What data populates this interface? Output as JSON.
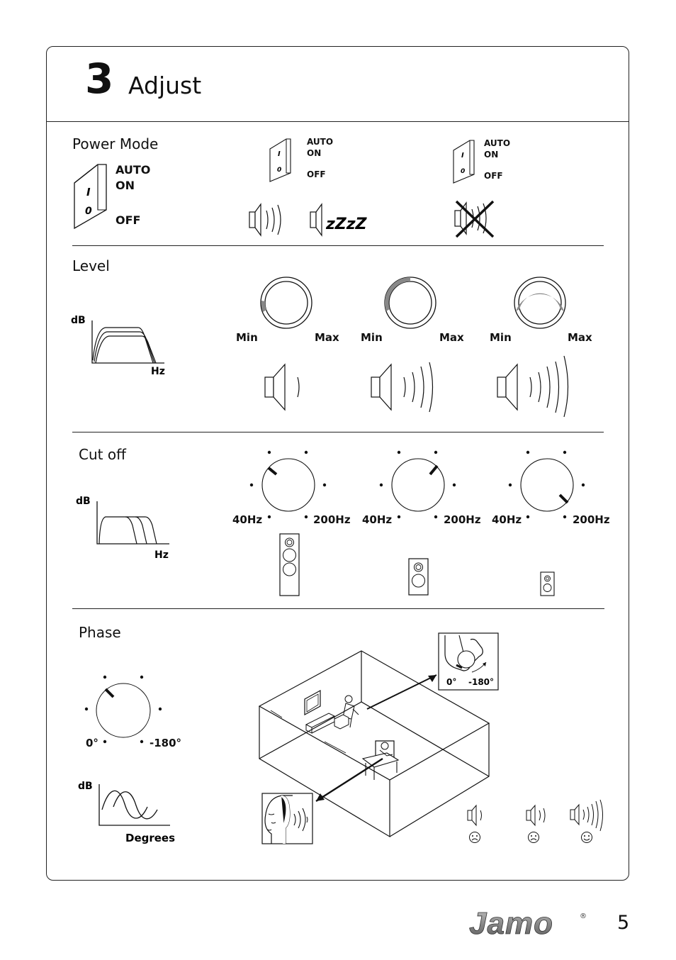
{
  "header": {
    "step_number": "3",
    "title": "Adjust"
  },
  "power_mode": {
    "title": "Power Mode",
    "switch_labels": {
      "auto": "AUTO",
      "on": "ON",
      "off": "OFF"
    },
    "switch_marks": {
      "one": "I",
      "zero": "0"
    },
    "sleep_text": "zZzZ"
  },
  "level": {
    "title": "Level",
    "graph": {
      "y_label": "dB",
      "x_label": "Hz"
    },
    "knob_min": "Min",
    "knob_max": "Max",
    "knobs": [
      {
        "fill_level": 0.1
      },
      {
        "fill_level": 0.5
      },
      {
        "fill_level": 0.9
      }
    ]
  },
  "cutoff": {
    "title": "Cut off",
    "graph": {
      "y_label": "dB",
      "x_label": "Hz"
    },
    "low_label": "40Hz",
    "high_label": "200Hz"
  },
  "phase": {
    "title": "Phase",
    "low_label": "0°",
    "high_label": "-180°",
    "graph": {
      "y_label": "dB",
      "x_label": "Degrees"
    },
    "inset_labels": {
      "low": "0°",
      "high": "-180°"
    }
  },
  "footer": {
    "brand": "Jamo",
    "registered": "®",
    "page_number": "5"
  }
}
